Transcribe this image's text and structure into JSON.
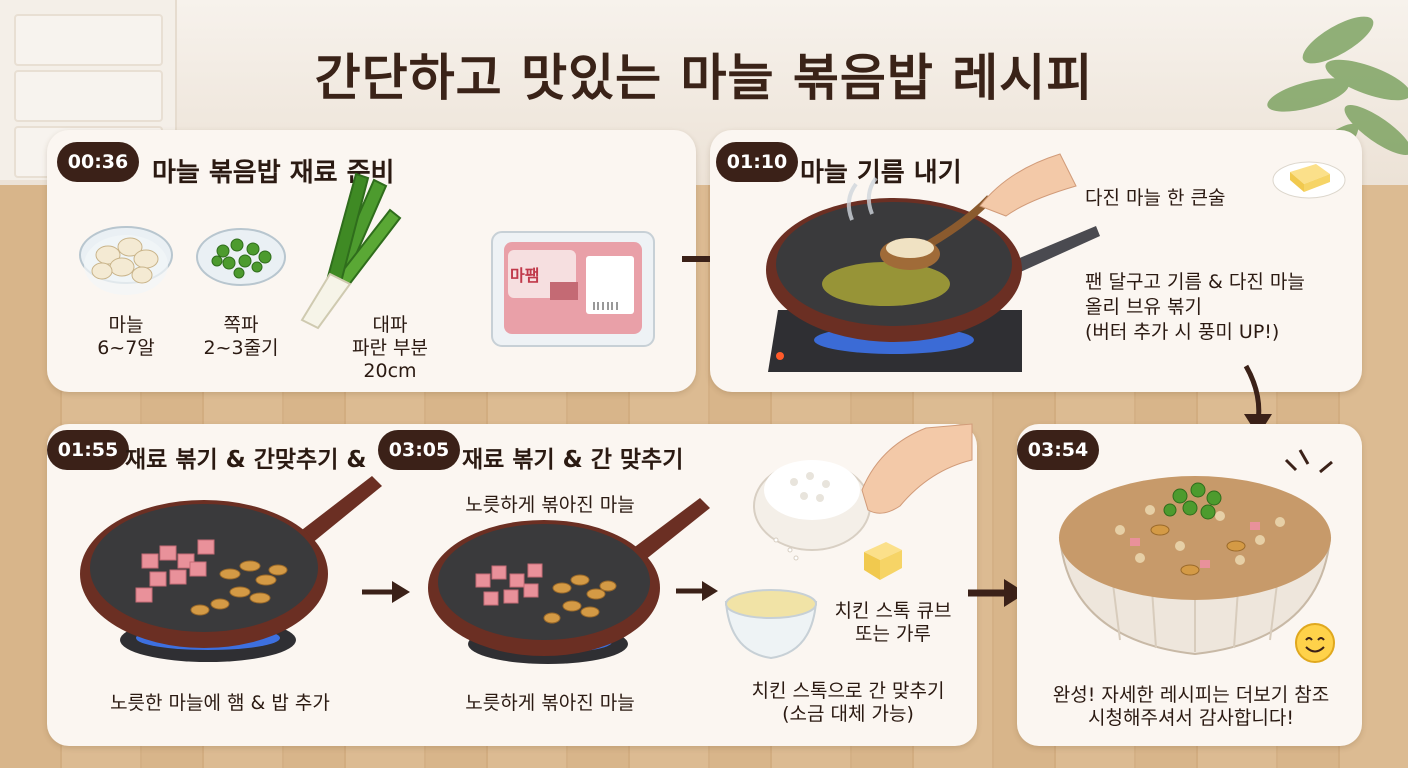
{
  "title": "간단하고 맛있는 마늘 볶음밥 레시피",
  "steps": [
    {
      "time": "00:36",
      "title": "마늘 볶음밥 재료 준비",
      "ingredients": [
        {
          "label": "마늘\n6~7알",
          "icon": "garlic-bowl-icon"
        },
        {
          "label": "쪽파\n2~3줄기",
          "icon": "scallion-bowl-icon"
        },
        {
          "label": "대파\n파란 부분\n20cm",
          "icon": "green-onion-icon"
        },
        {
          "label": "",
          "icon": "ham-package-icon",
          "package_text": "마팸"
        }
      ]
    },
    {
      "time": "01:10",
      "title": "마늘 기름 내기",
      "note_1": "다진 마늘 한 큰술",
      "note_2": "팬 달구고 기름 & 다진 마늘\n올리 브유 볶기\n(버터 추가 시 풍미 UP!)"
    },
    {
      "time": "01:55",
      "title": "재료 볶기 & 간맞추기 &",
      "caption": "노릇한 마늘에 햄 & 밥 추가"
    },
    {
      "time": "03:05",
      "title": "재료 볶기 & 간 맞추기",
      "caption_top": "노릇하게 볶아진 마늘",
      "caption_bottom": "노릇하게 볶아진 마늘",
      "stock_label": "치킨 스톡 큐브\n또는 가루",
      "stock_caption": "치킨 스톡으로 간 맞추기\n(소금 대체 가능)"
    },
    {
      "time": "03:54",
      "caption": "완성! 자세한 레시피는 더보기 참조\n시청해주셔서 감사합니다!"
    }
  ],
  "colors": {
    "badge": "#3b2118",
    "panel": "#fbf6f1",
    "pan": "#3a3a3c",
    "pan_rim": "#6b2f23",
    "flame": "#3f7bff",
    "garlic": "#d49a45",
    "ham": "#e9919a"
  }
}
